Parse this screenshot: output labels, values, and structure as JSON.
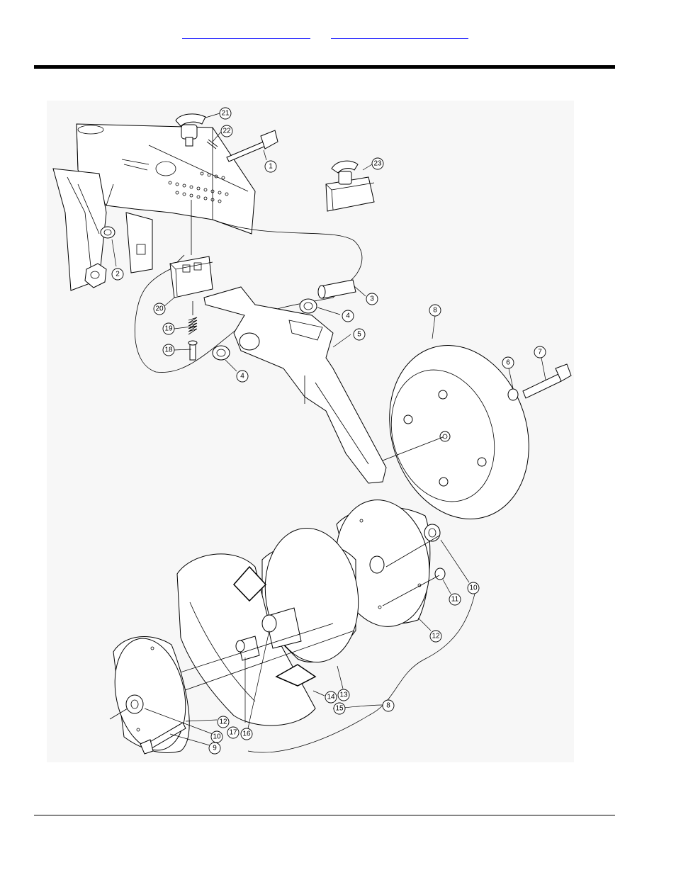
{
  "header": {
    "link_left": "",
    "link_right": ""
  },
  "figure": {
    "type": "exploded parts diagram",
    "callouts": [
      {
        "id": "c21",
        "label": "21"
      },
      {
        "id": "c22",
        "label": "22"
      },
      {
        "id": "c1",
        "label": "1"
      },
      {
        "id": "c23",
        "label": "23"
      },
      {
        "id": "c2",
        "label": "2"
      },
      {
        "id": "c3",
        "label": "3"
      },
      {
        "id": "c20",
        "label": "20"
      },
      {
        "id": "c4a",
        "label": "4"
      },
      {
        "id": "c19",
        "label": "19"
      },
      {
        "id": "c5",
        "label": "5"
      },
      {
        "id": "c18",
        "label": "18"
      },
      {
        "id": "c4b",
        "label": "4"
      },
      {
        "id": "c8a",
        "label": "8"
      },
      {
        "id": "c6",
        "label": "6"
      },
      {
        "id": "c7",
        "label": "7"
      },
      {
        "id": "c10a",
        "label": "10"
      },
      {
        "id": "c11",
        "label": "11"
      },
      {
        "id": "c12a",
        "label": "12"
      },
      {
        "id": "c13",
        "label": "13"
      },
      {
        "id": "c14",
        "label": "14"
      },
      {
        "id": "c15",
        "label": "15"
      },
      {
        "id": "c8b",
        "label": "8"
      },
      {
        "id": "c12b",
        "label": "12"
      },
      {
        "id": "c17",
        "label": "17"
      },
      {
        "id": "c16",
        "label": "16"
      },
      {
        "id": "c10b",
        "label": "10"
      },
      {
        "id": "c9",
        "label": "9"
      }
    ]
  }
}
